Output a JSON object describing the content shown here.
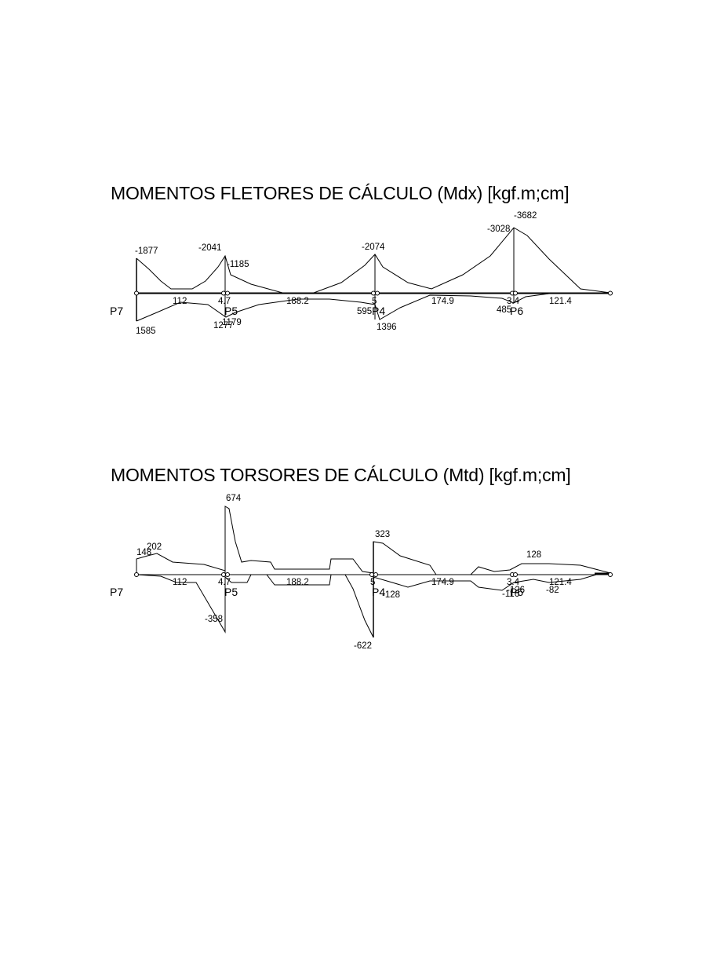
{
  "mdx": {
    "title": "MOMENTOS FLETORES DE CÁLCULO (Mdx) [kgf.m;cm]",
    "supports": [
      "P7",
      "P5",
      "P4",
      "P6"
    ],
    "spans": [
      "112",
      "4.7",
      "188.2",
      "5",
      "174.9",
      "3.4",
      "121.4"
    ],
    "values": [
      "-1877",
      "-2041",
      "-1185",
      "-2074",
      "-3028",
      "-3682",
      "1585",
      "1277",
      "1179",
      "595",
      "1396",
      "485"
    ]
  },
  "mtd": {
    "title": "MOMENTOS TORSORES DE CÁLCULO (Mtd) [kgf.m;cm]",
    "supports": [
      "P7",
      "P5",
      "P4",
      "P6"
    ],
    "spans": [
      "112",
      "4.7",
      "188.2",
      "5",
      "174.9",
      "3.4",
      "121.4"
    ],
    "values": [
      "148",
      "202",
      "674",
      "323",
      "128",
      "-358",
      "-622",
      "-128",
      "-116",
      "-126",
      "-82"
    ]
  }
}
